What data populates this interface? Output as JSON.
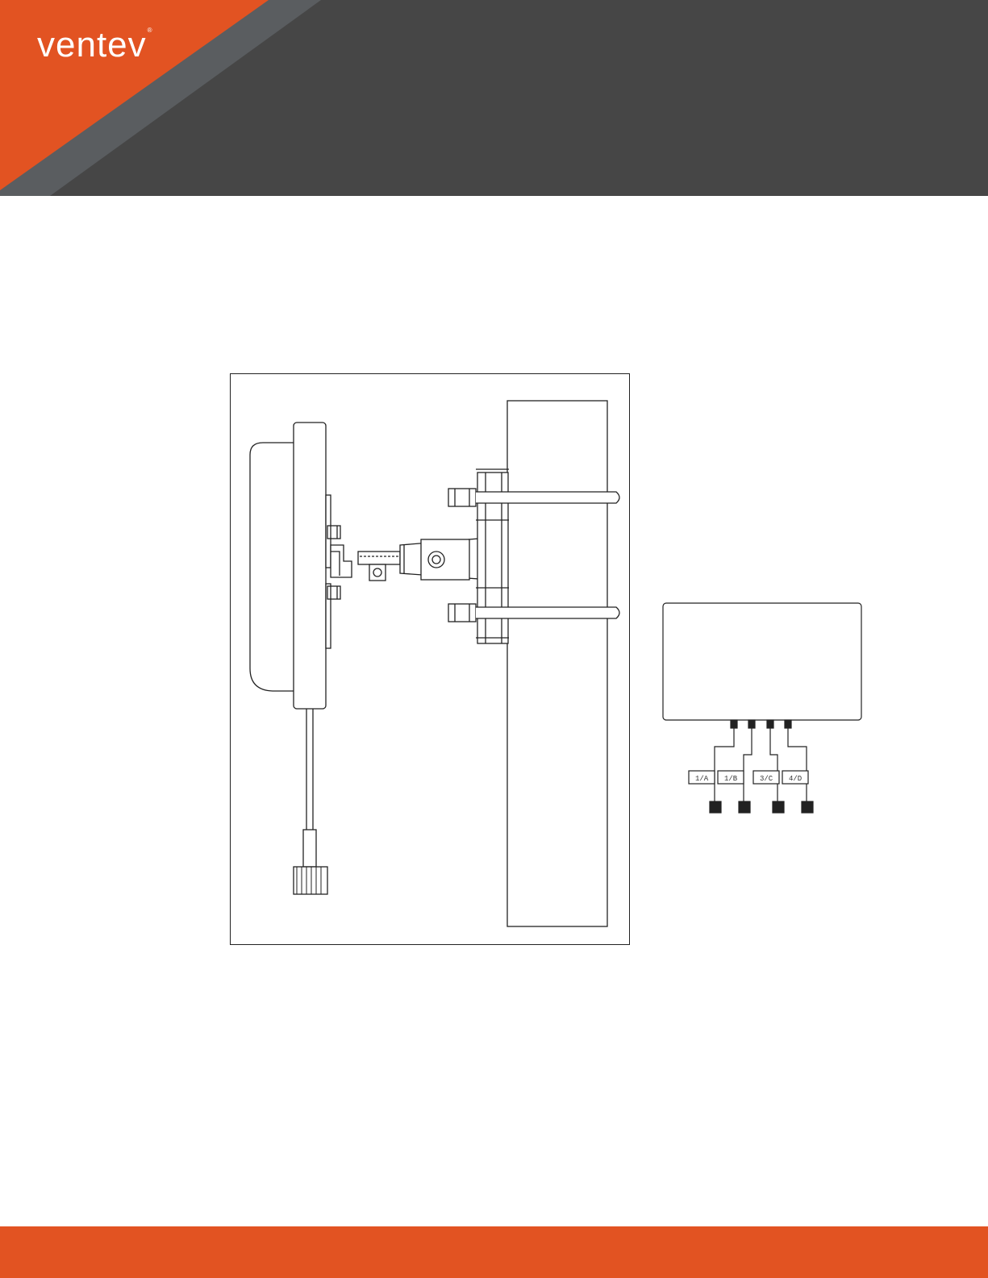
{
  "brand": {
    "name": "ventev",
    "trademark": "®"
  },
  "colors": {
    "accent": "#e25322",
    "header_dark": "#464646",
    "header_stripe": "#5a5d60"
  },
  "port_labels": [
    "1/A",
    "1/B",
    "3/C",
    "4/D"
  ]
}
